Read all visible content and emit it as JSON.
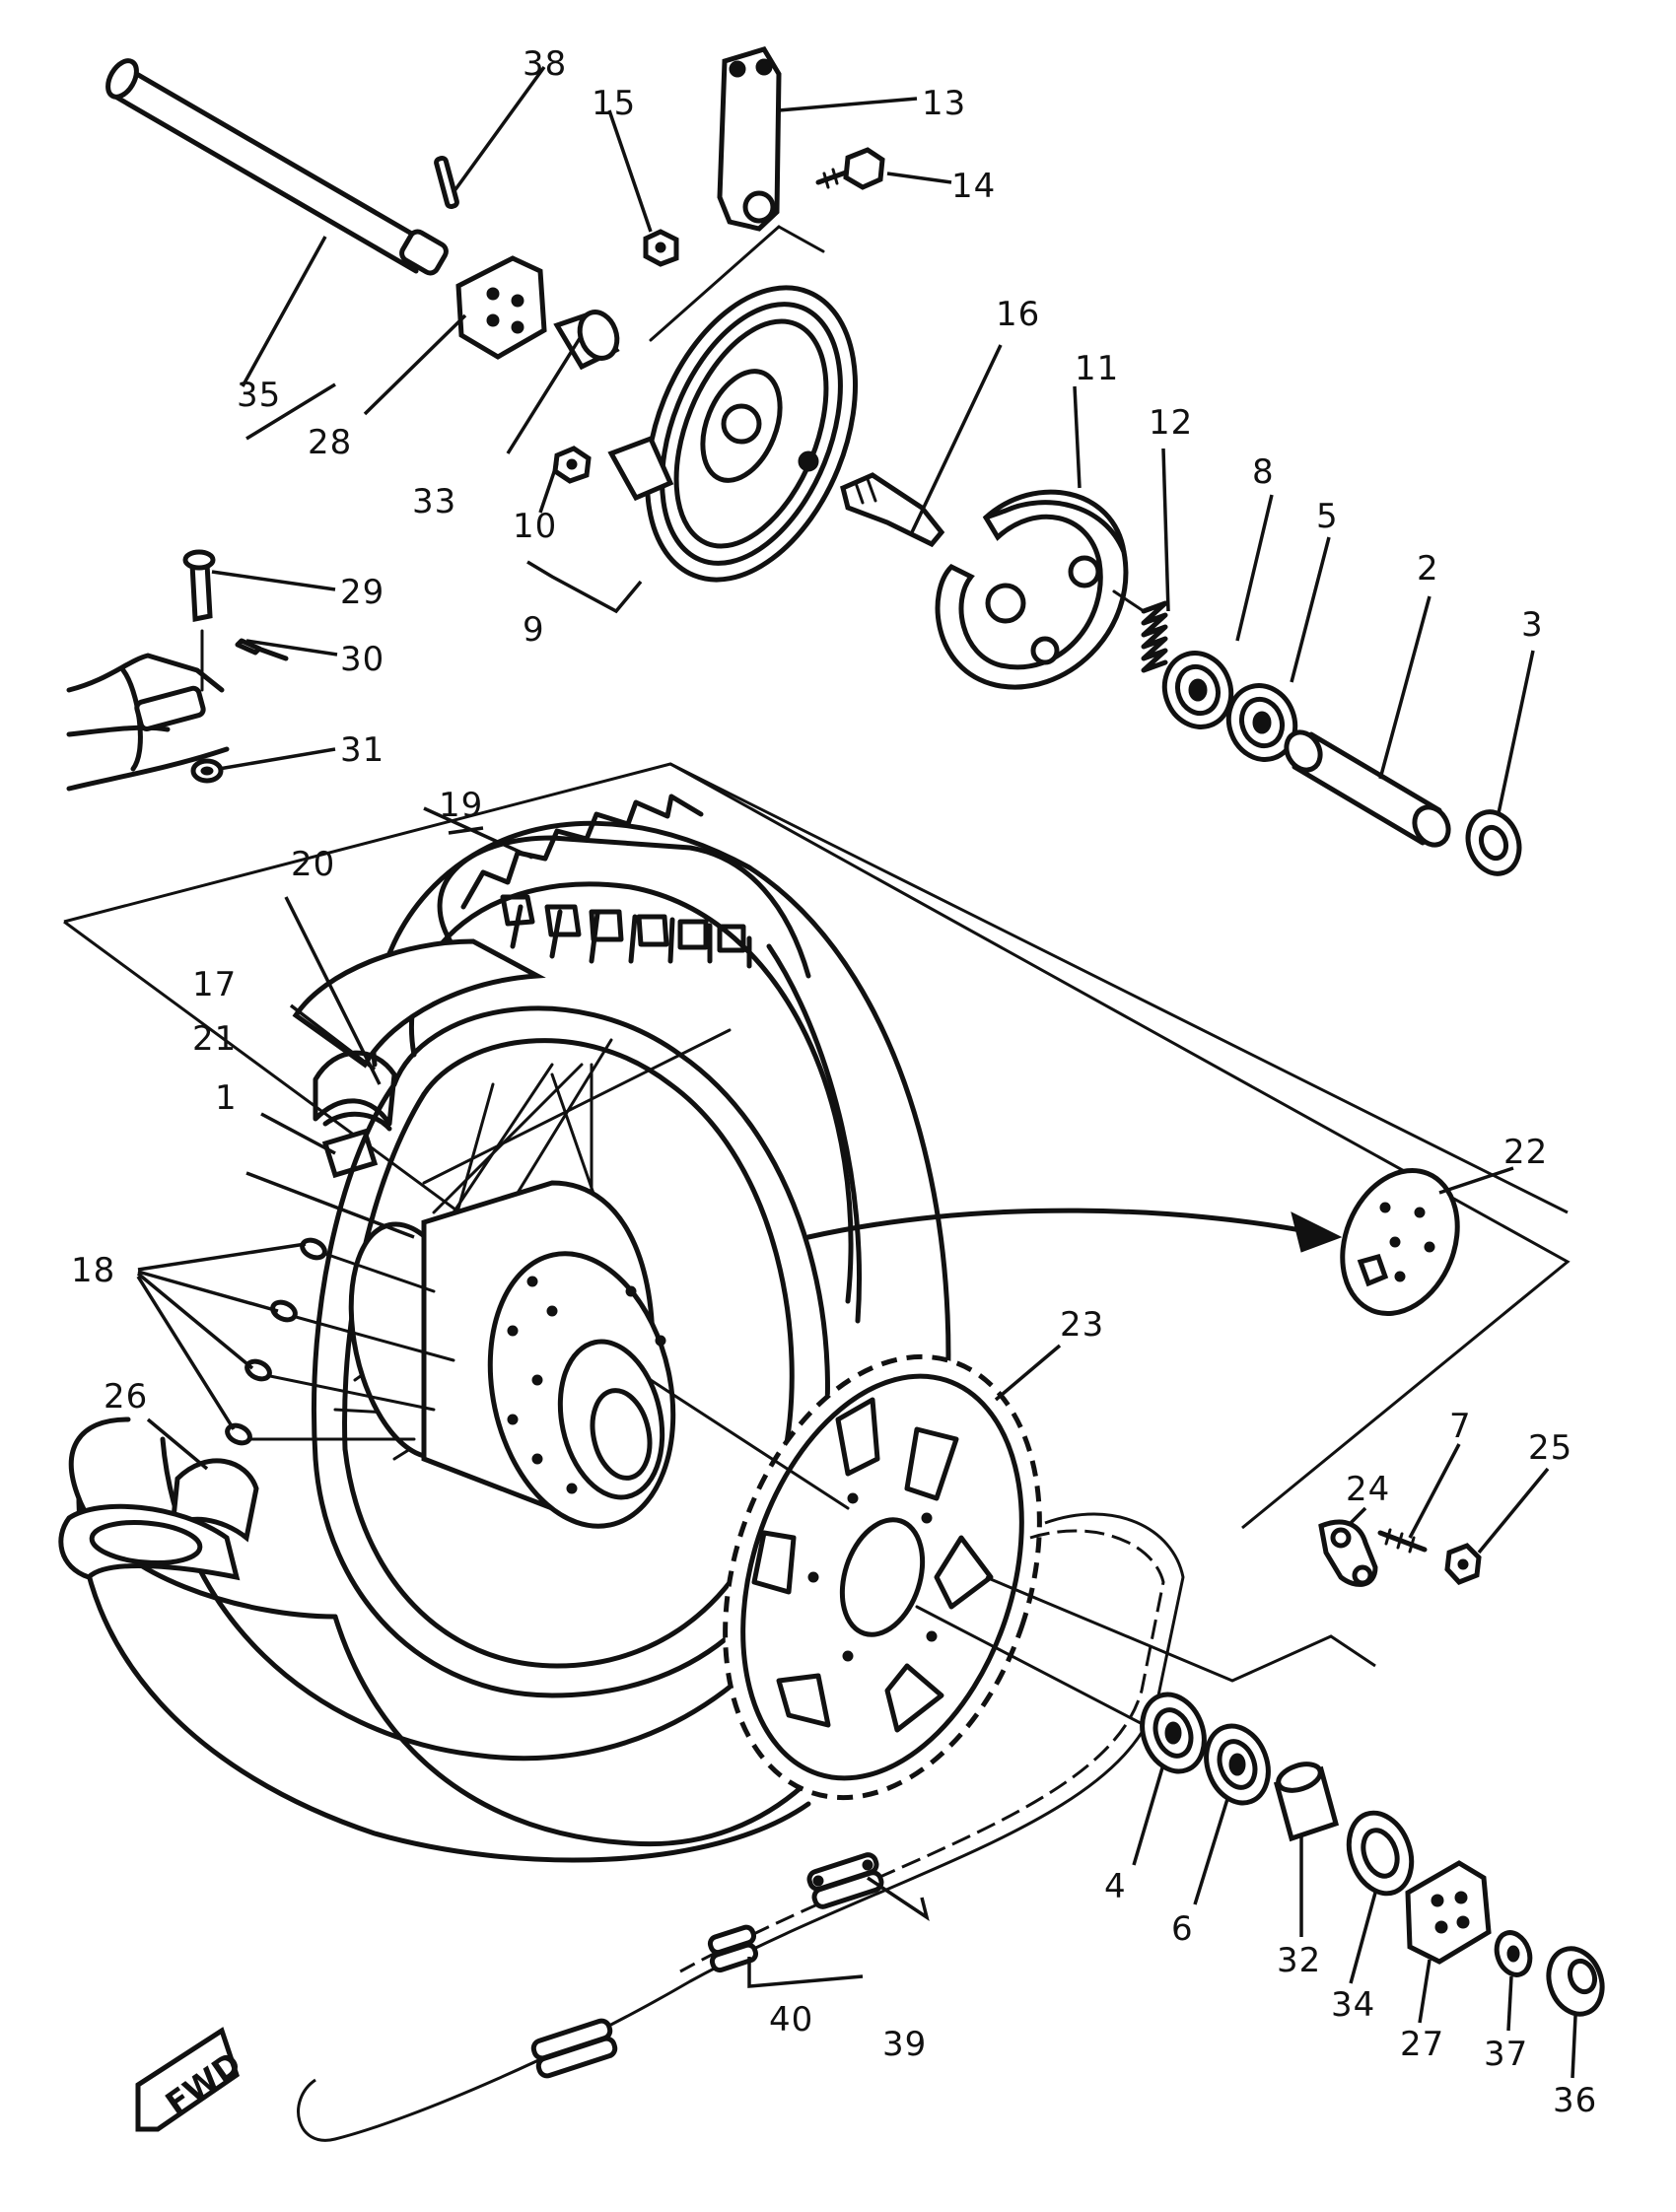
{
  "diagram": {
    "fwd_label": "FWD",
    "callouts": {
      "c1": "1",
      "c2": "2",
      "c3": "3",
      "c4": "4",
      "c5": "5",
      "c6": "6",
      "c7": "7",
      "c8": "8",
      "c9": "9",
      "c10": "10",
      "c11": "11",
      "c12": "12",
      "c13": "13",
      "c14": "14",
      "c15": "15",
      "c16": "16",
      "c17": "17",
      "c18": "18",
      "c19": "19",
      "c20": "20",
      "c21": "21",
      "c22": "22",
      "c23": "23",
      "c24": "24",
      "c25": "25",
      "c26": "26",
      "c27": "27",
      "c28": "28",
      "c29": "29",
      "c30": "30",
      "c31": "31",
      "c32": "32",
      "c33": "33",
      "c34": "34",
      "c35": "35",
      "c36": "36",
      "c37": "37",
      "c38": "38",
      "c39": "39",
      "c40": "40"
    }
  }
}
